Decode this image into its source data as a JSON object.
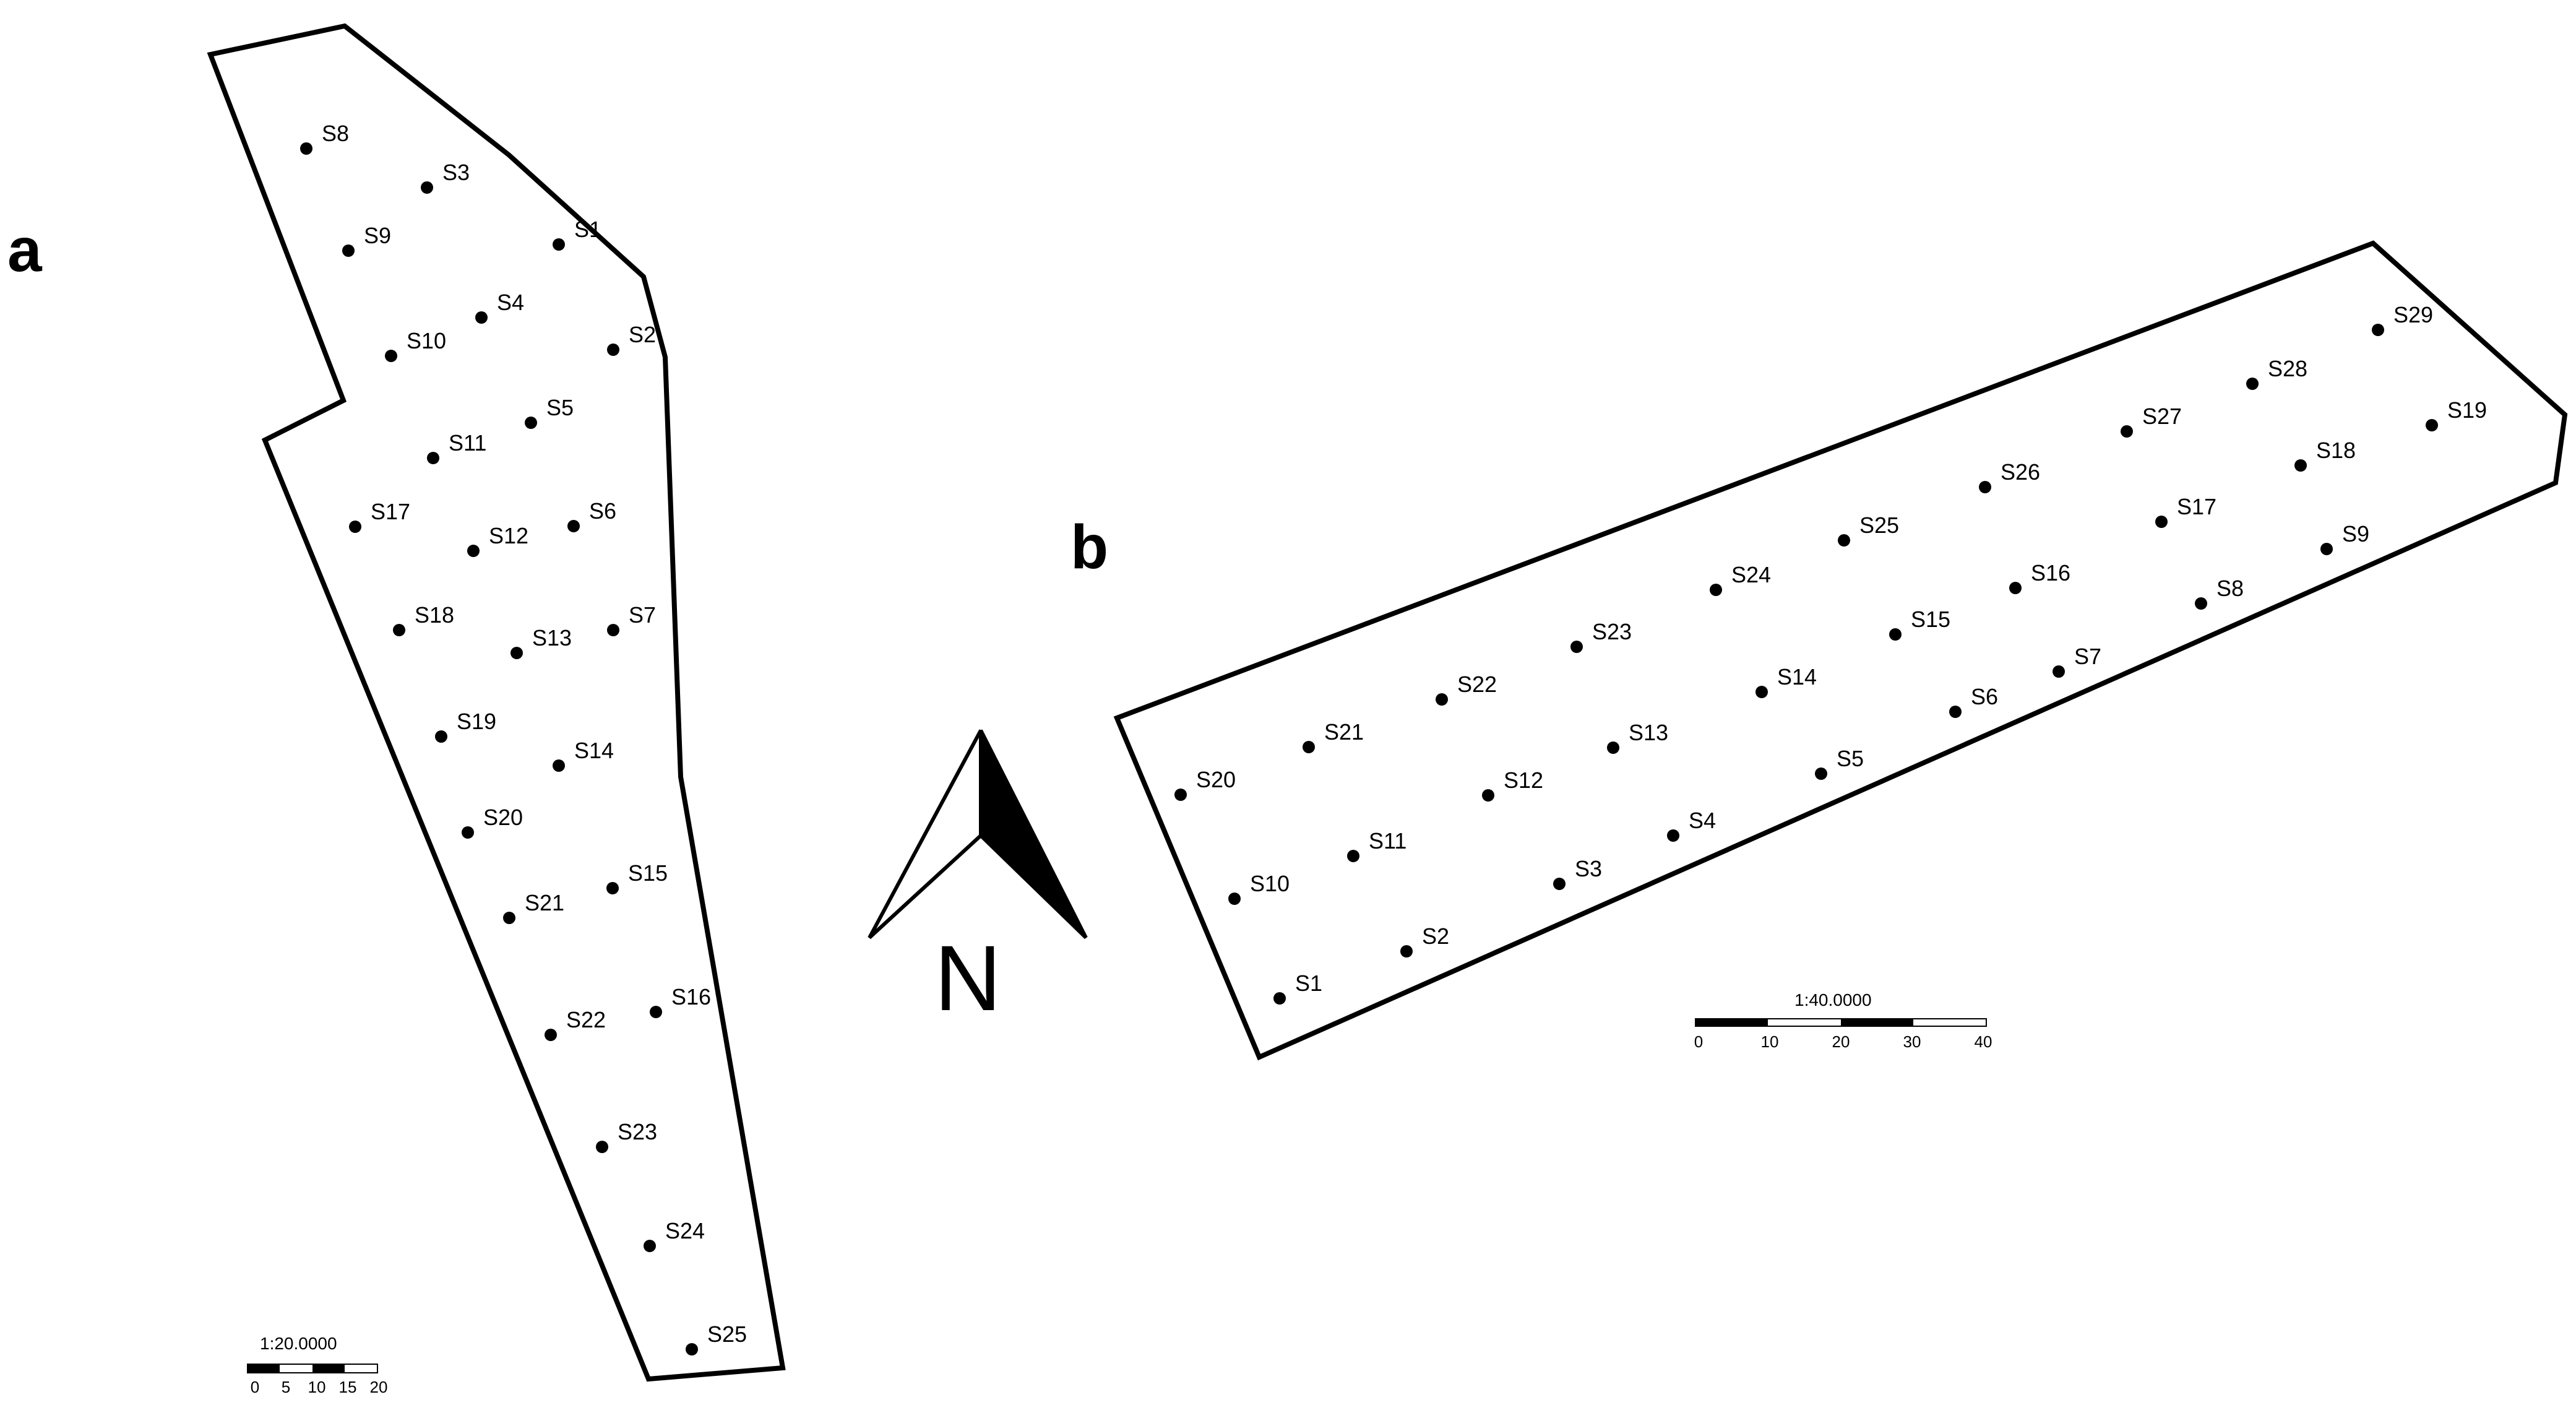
{
  "panel_a": {
    "letter": "a",
    "scale_text": "1:20.0000",
    "scale_ticks": [
      "0",
      "5",
      "10",
      "15",
      "20"
    ],
    "sites": [
      {
        "label": "S8"
      },
      {
        "label": "S3"
      },
      {
        "label": "S9"
      },
      {
        "label": "S1"
      },
      {
        "label": "S4"
      },
      {
        "label": "S10"
      },
      {
        "label": "S2"
      },
      {
        "label": "S5"
      },
      {
        "label": "S11"
      },
      {
        "label": "S17"
      },
      {
        "label": "S12"
      },
      {
        "label": "S6"
      },
      {
        "label": "S18"
      },
      {
        "label": "S13"
      },
      {
        "label": "S7"
      },
      {
        "label": "S19"
      },
      {
        "label": "S14"
      },
      {
        "label": "S20"
      },
      {
        "label": "S21"
      },
      {
        "label": "S15"
      },
      {
        "label": "S22"
      },
      {
        "label": "S16"
      },
      {
        "label": "S23"
      },
      {
        "label": "S24"
      },
      {
        "label": "S25"
      }
    ]
  },
  "panel_b": {
    "letter": "b",
    "scale_text": "1:40.0000",
    "scale_ticks": [
      "0",
      "10",
      "20",
      "30",
      "40"
    ],
    "sites": [
      {
        "label": "S20"
      },
      {
        "label": "S21"
      },
      {
        "label": "S22"
      },
      {
        "label": "S23"
      },
      {
        "label": "S24"
      },
      {
        "label": "S25"
      },
      {
        "label": "S26"
      },
      {
        "label": "S27"
      },
      {
        "label": "S28"
      },
      {
        "label": "S29"
      },
      {
        "label": "S10"
      },
      {
        "label": "S11"
      },
      {
        "label": "S12"
      },
      {
        "label": "S13"
      },
      {
        "label": "S14"
      },
      {
        "label": "S15"
      },
      {
        "label": "S16"
      },
      {
        "label": "S17"
      },
      {
        "label": "S18"
      },
      {
        "label": "S19"
      },
      {
        "label": "S1"
      },
      {
        "label": "S2"
      },
      {
        "label": "S3"
      },
      {
        "label": "S4"
      },
      {
        "label": "S5"
      },
      {
        "label": "S6"
      },
      {
        "label": "S7"
      },
      {
        "label": "S8"
      },
      {
        "label": "S9"
      }
    ]
  },
  "north_arrow": {
    "letter": "N",
    "icon": "north-arrow-icon"
  },
  "colors": {
    "ink": "#000000",
    "background": "#ffffff"
  }
}
